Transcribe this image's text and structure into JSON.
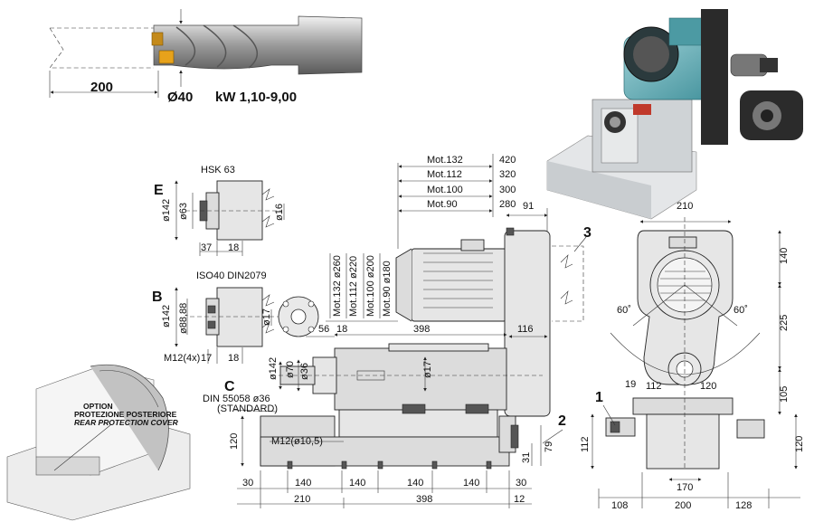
{
  "tool": {
    "length": "200",
    "diameter": "Ø40",
    "power": "kW  1,10-9,00"
  },
  "views": {
    "e": {
      "letter": "E",
      "title": "HSK  63",
      "d142": "ø142",
      "d63": "ø63",
      "d16": "ø16",
      "l37": "37",
      "l18": "18"
    },
    "b": {
      "letter": "B",
      "title": "ISO40  DIN2079",
      "d142": "ø142",
      "d88": "ø88,88",
      "d17": "ø17",
      "m12": "M12(4x)",
      "l17": "17",
      "l18": "18"
    },
    "c": {
      "letter": "C",
      "din": "DIN  55058  ø36",
      "standard": "(STANDARD)"
    }
  },
  "motor_table": [
    {
      "label": "Mot.132",
      "value": "420"
    },
    {
      "label": "Mot.112",
      "value": "320"
    },
    {
      "label": "Mot.100",
      "value": "300"
    },
    {
      "label": "Mot.90",
      "value": "280"
    }
  ],
  "motor_dias": [
    "Mot.132 ø260",
    "Mot.112 ø220",
    "Mot.100 ø200",
    "Mot.90 ø180"
  ],
  "dims": {
    "d91": "91",
    "d56": "56",
    "d18": "18",
    "d398": "398",
    "d116": "116",
    "dia142": "ø142",
    "dia70": "ø70",
    "dia36": "ø36",
    "dia17": "ø17",
    "d120": "120",
    "m12": "M12(ø10,5)",
    "d31": "31",
    "d79": "79"
  },
  "bottom_row1": [
    "30",
    "140",
    "140",
    "140",
    "140",
    "30"
  ],
  "bottom_row2": [
    "210",
    "398",
    "12"
  ],
  "markers": {
    "m1": "1",
    "m2": "2",
    "m3": "3"
  },
  "front": {
    "d210": "210",
    "d140": "140",
    "d225": "225",
    "d105": "105",
    "d120": "120",
    "d112": "112",
    "angle_left": "60˚",
    "angle_right": "60˚",
    "d19": "19",
    "d112b": "112",
    "d120b": "120",
    "d170": "170",
    "d108": "108",
    "d200": "200",
    "d128": "128"
  },
  "option": {
    "title": "OPTION",
    "italian": "PROTEZIONE POSTERIORE",
    "english": "REAR PROTECTION COVER"
  }
}
